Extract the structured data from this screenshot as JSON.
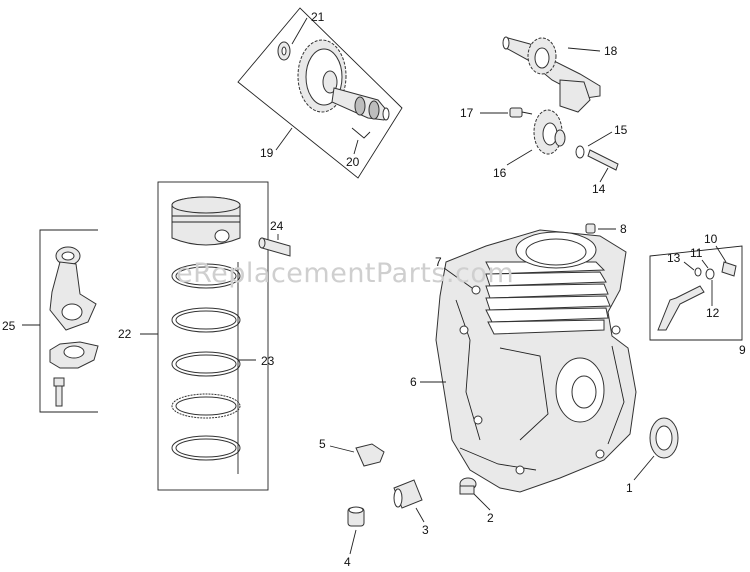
{
  "watermark": "eReplacementParts.com",
  "labels": {
    "p1": "1",
    "p2": "2",
    "p3": "3",
    "p4": "4",
    "p5": "5",
    "p6": "6",
    "p7": "7",
    "p8": "8",
    "p9": "9",
    "p10": "10",
    "p11": "11",
    "p12": "12",
    "p13": "13",
    "p14": "14",
    "p15": "15",
    "p16": "16",
    "p17": "17",
    "p18": "18",
    "p19": "19",
    "p20": "20",
    "p21": "21",
    "p22": "22",
    "p23": "23",
    "p24": "24",
    "p25": "25"
  }
}
